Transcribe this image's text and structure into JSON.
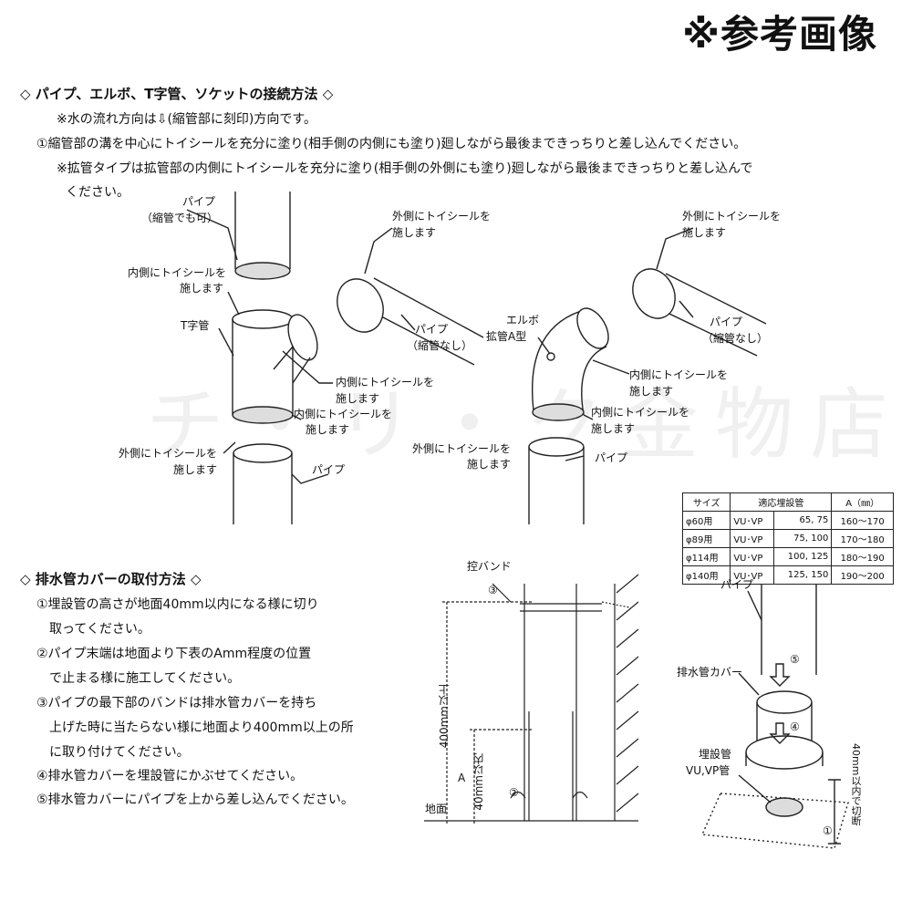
{
  "reference_label": "※参考画像",
  "watermark": "チ・リ・ク金物店",
  "section1": {
    "title": "◇ パイプ、エルボ、T字管、ソケットの接続方法 ◇",
    "lines": [
      "※水の流れ方向は⇩(縮管部に刻印)方向です。",
      "①縮管部の溝を中心にトイシールを充分に塗り(相手側の内側にも塗り)廻しながら最後まできっちりと差し込んでください。",
      "※拡管タイプは拡管部の内側にトイシールを充分に塗り(相手側の外側にも塗り)廻しながら最後まできっちりと差し込んで",
      "ください。"
    ]
  },
  "diagram1": {
    "pipe_top": "パイプ",
    "pipe_top_sub": "（縮管でも可）",
    "inner_seal_top_1": "内側にトイシールを",
    "inner_seal_top_2": "施します",
    "t_pipe": "T字管",
    "outer_seal_mid_1": "外側にトイシールを",
    "outer_seal_mid_2": "施します",
    "pipe_right": "パイプ",
    "pipe_right_sub": "（縮管なし）",
    "inner_seal_branch_1": "内側にトイシールを",
    "inner_seal_branch_2": "施します",
    "inner_seal_bottom_1": "内側にトイシールを",
    "inner_seal_bottom_2": "施します",
    "outer_seal_bottom_1": "外側にトイシールを",
    "outer_seal_bottom_2": "施します",
    "pipe_bottom": "パイプ"
  },
  "diagram2": {
    "elbow_1": "エルボ",
    "elbow_2": "拡管A型",
    "outer_seal_top_1": "外側にトイシールを",
    "outer_seal_top_2": "施します",
    "pipe_right": "パイプ",
    "pipe_right_sub": "（縮管なし）",
    "inner_seal_1": "内側にトイシールを",
    "inner_seal_2": "施します",
    "inner_seal_b_1": "内側にトイシールを",
    "inner_seal_b_2": "施します",
    "outer_seal_b_1": "外側にトイシールを",
    "outer_seal_b_2": "施します",
    "pipe_bottom": "パイプ"
  },
  "section2": {
    "title": "◇ 排水管カバーの取付方法 ◇",
    "lines": [
      "①埋設管の高さが地面40mm以内になる様に切り",
      "　取ってください。",
      "②パイプ末端は地面より下表のAmm程度の位置",
      "　で止まる様に施工してください。",
      "③パイプの最下部のバンドは排水管カバーを持ち",
      "　上げた時に当たらない様に地面より400mm以上の所",
      "　に取り付けてください。",
      "④排水管カバーを埋設管にかぶせてください。",
      "⑤排水管カバーにパイプを上から差し込んでください。"
    ]
  },
  "diagram3": {
    "band": "控バンド",
    "num3": "③",
    "dim400": "400mm以上",
    "dimA": "A",
    "dim40": "40mm以内",
    "num2": "②",
    "ground": "地面"
  },
  "spec_table": {
    "headers": [
      "サイズ",
      "適応埋設管",
      "A（㎜）"
    ],
    "rows": [
      [
        "φ60用",
        "VU･VP",
        "65, 75",
        "160〜170"
      ],
      [
        "φ89用",
        "VU･VP",
        "75, 100",
        "170〜180"
      ],
      [
        "φ114用",
        "VU･VP",
        "100, 125",
        "180〜190"
      ],
      [
        "φ140用",
        "VU･VP",
        "125, 150",
        "190〜200"
      ]
    ]
  },
  "diagram4": {
    "pipe": "パイプ",
    "num5": "⑤",
    "cover": "排水管カバー",
    "num4": "④",
    "buried_1": "埋設管",
    "buried_2": "VU,VP管",
    "cut": "40mm以内で切断",
    "num1": "①"
  }
}
